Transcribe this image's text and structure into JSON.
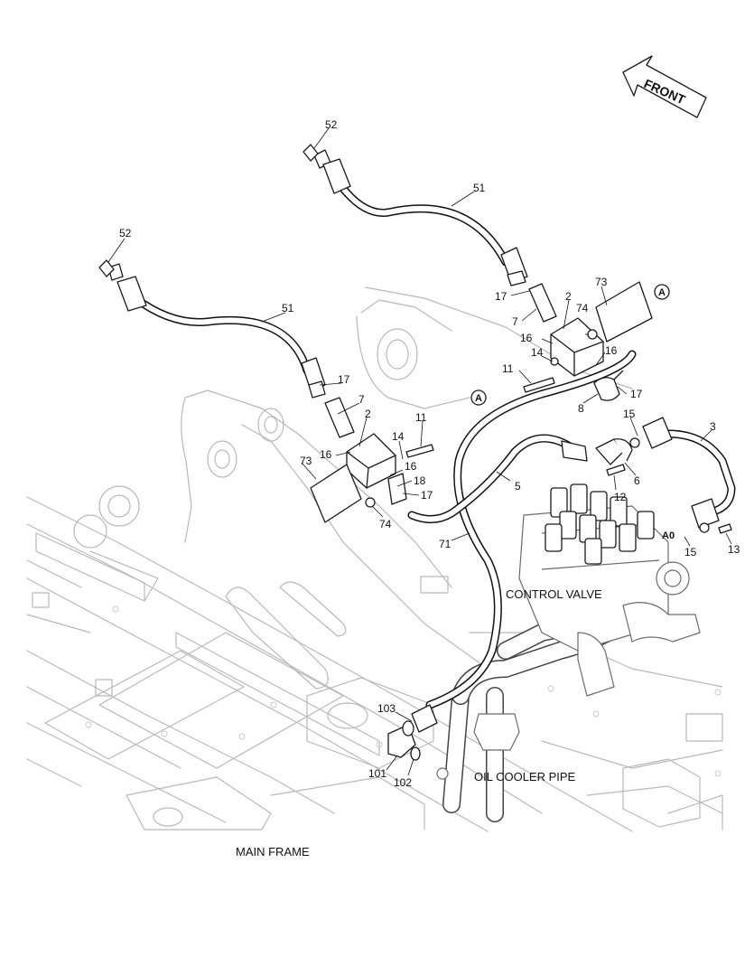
{
  "orientation": {
    "front_label": "FRONT"
  },
  "captions": {
    "control_valve": "CONTROL VALVE",
    "oil_cooler_pipe": "OIL COOLER PIPE",
    "main_frame": "MAIN FRAME"
  },
  "reference_marks": {
    "a_upper": "A",
    "a_lower": "A",
    "a0": "A0"
  },
  "part_numbers": {
    "p52_upper": "52",
    "p51_upper": "51",
    "p52_left": "52",
    "p51_left": "51",
    "p17_a": "17",
    "p7_a": "7",
    "p2_a": "2",
    "p74_a": "74",
    "p73_a": "73",
    "p16_a": "16",
    "p14_a": "14",
    "p16_b": "16",
    "p11_a": "11",
    "p17_b": "17",
    "p8": "8",
    "p17_c": "17",
    "p7_b": "7",
    "p2_b": "2",
    "p11_b": "11",
    "p14_b": "14",
    "p16_c": "16",
    "p73_b": "73",
    "p16_d": "16",
    "p18": "18",
    "p17_d": "17",
    "p74_b": "74",
    "p15_a": "15",
    "p3": "3",
    "p6": "6",
    "p12": "12",
    "p5": "5",
    "p71": "71",
    "p15_b": "15",
    "p13": "13",
    "p103": "103",
    "p101": "101",
    "p102": "102"
  }
}
